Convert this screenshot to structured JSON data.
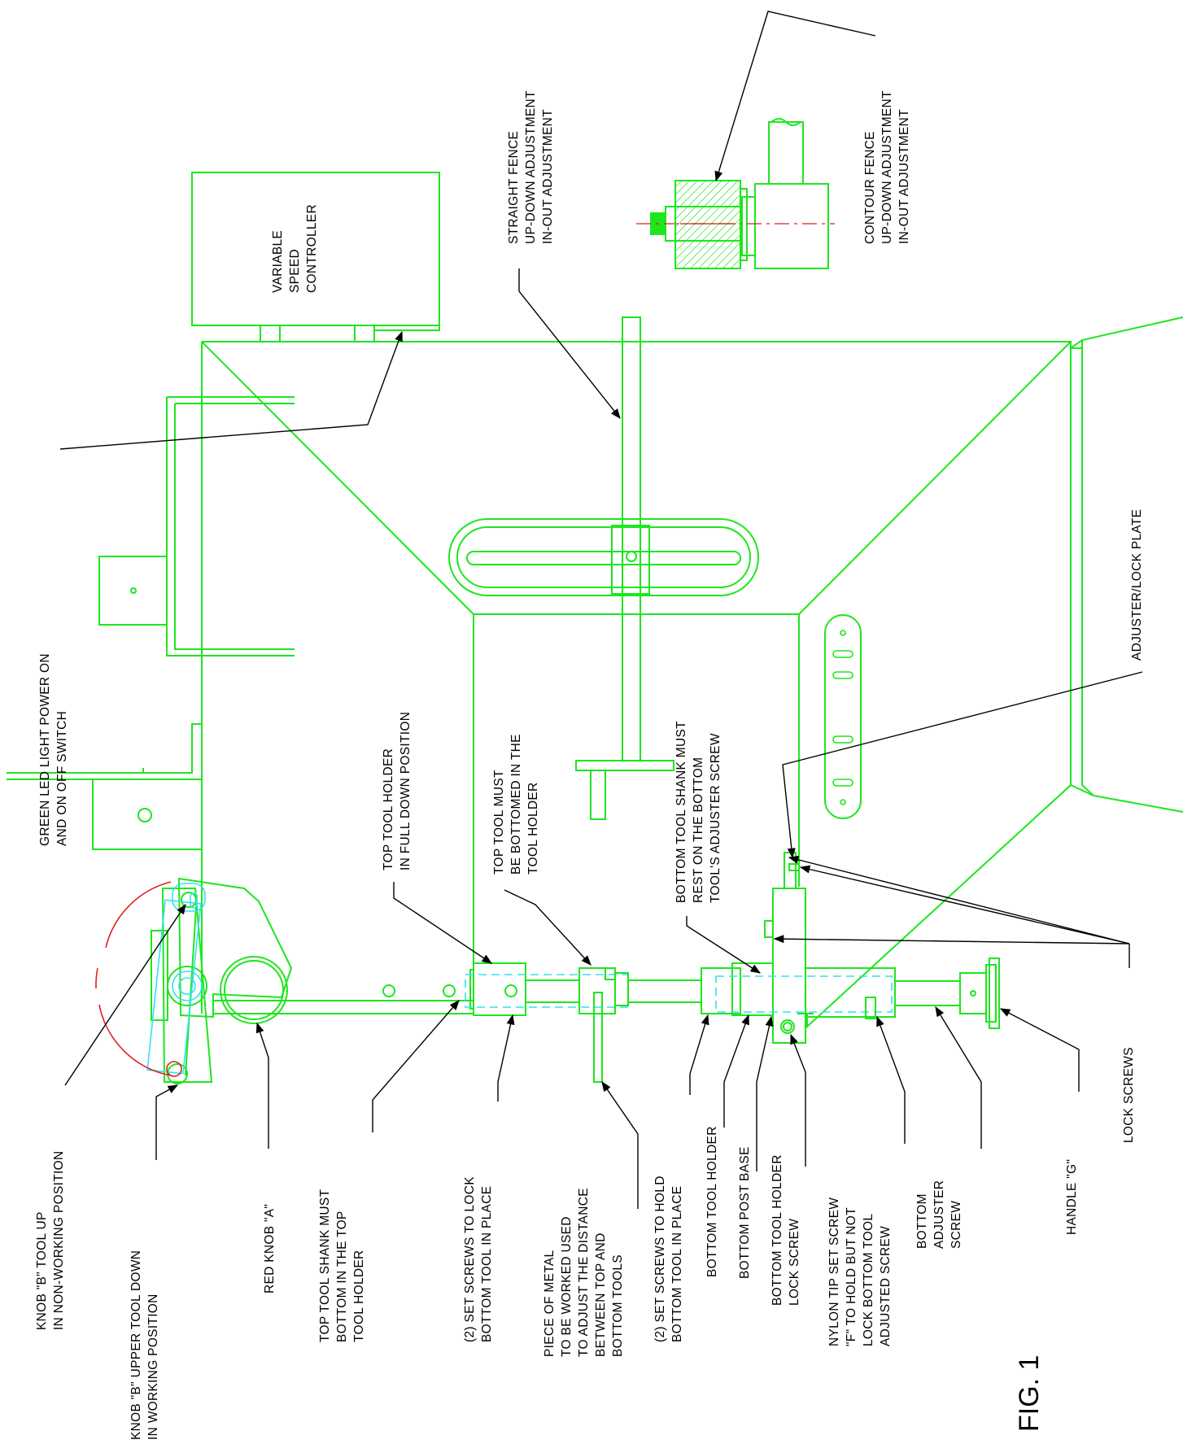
{
  "figure_label": "FIG. 1",
  "labels": {
    "knob_b_up": [
      "KNOB \"B\" TOOL UP",
      "IN NON-WORKING POSITION"
    ],
    "knob_b_down": [
      "KNOB \"B\" UPPER TOOL DOWN",
      "IN WORKING POSITION"
    ],
    "red_knob": [
      "RED KNOB \"A\""
    ],
    "top_shank": [
      "TOP TOOL SHANK MUST",
      "BOTTOM IN THE TOP",
      "TOOL HOLDER"
    ],
    "set_screws_lock": [
      "(2) SET SCREWS TO LOCK",
      "BOTTOM TOOL IN PLACE"
    ],
    "piece_metal": [
      "PIECE OF METAL",
      "TO BE WORKED USED",
      "TO ADJUST THE DISTANCE",
      "BETWEEN TOP AND",
      "BOTTOM TOOLS"
    ],
    "set_screws_hold": [
      "(2) SET SCREWS TO HOLD",
      "BOTTOM TOOL IN PLACE"
    ],
    "bottom_tool_holder": [
      "BOTTOM TOOL HOLDER"
    ],
    "bottom_post_base": [
      "BOTTOM POST BASE"
    ],
    "holder_lock_screw": [
      "BOTTOM TOOL HOLDER",
      "LOCK SCREW"
    ],
    "nylon_tip": [
      "NYLON TIP SET SCREW",
      "\"F\" TO HOLD BUT NOT",
      "LOCK BOTTOM TOOL",
      "ADJUSTED SCREW"
    ],
    "bottom_adjuster": [
      "BOTTOM",
      "ADJUSTER",
      "SCREW"
    ],
    "handle_g": [
      "HANDLE \"G\""
    ],
    "lock_screws": [
      "LOCK SCREWS"
    ],
    "green_led": [
      "GREEN LED LIGHT POWER ON",
      "AND ON OFF SWITCH"
    ],
    "top_holder_down": [
      "TOP TOOL HOLDER",
      "IN FULL DOWN POSITION"
    ],
    "top_tool_bottomed": [
      "TOP TOOL MUST",
      "BE BOTTOMED IN THE",
      "TOOL HOLDER"
    ],
    "bottom_shank_rest": [
      "BOTTOM TOOL SHANK MUST",
      "REST ON THE BOTTOM",
      "TOOL'S ADJUSTER SCREW"
    ],
    "adjuster_lock_plate": [
      "ADJUSTER/LOCK PLATE"
    ],
    "variable_speed": [
      "VARIABLE",
      "SPEED",
      "CONTROLLER"
    ],
    "straight_fence": [
      "STRAIGHT FENCE",
      "UP-DOWN ADJUSTMENT",
      "IN-OUT ADJUSTMENT"
    ],
    "contour_fence": [
      "CONTOUR FENCE",
      "UP-DOWN ADJUSTMENT",
      "IN-OUT ADJUSTMENT"
    ]
  },
  "colors": {
    "outline": "#1ee61e",
    "hidden_parts": "#33e0f0",
    "centerline": "#e02020",
    "leaders": "#000000"
  }
}
